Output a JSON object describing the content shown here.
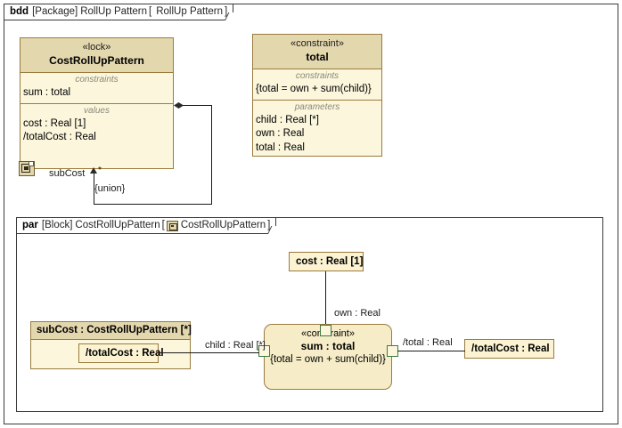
{
  "bdd_frame": {
    "kind": "bdd",
    "meta": "[Package]",
    "name": "RollUp Pattern",
    "diagram_name": "RollUp Pattern",
    "bracket_open": "[",
    "bracket_close": "]"
  },
  "par_frame": {
    "kind": "par",
    "meta": "[Block]",
    "name": "CostRollUpPattern",
    "diagram_name": "CostRollUpPattern",
    "bracket_open": "[",
    "bracket_close": "]",
    "icon": "parametric-diagram-icon"
  },
  "block": {
    "stereotype": "«lock»",
    "name": "CostRollUpPattern",
    "constraints_title": "constraints",
    "constraints": [
      "sum : total"
    ],
    "values_title": "values",
    "values": [
      "cost : Real [1]",
      "/totalCost : Real"
    ],
    "badge_icon": "parametric-diagram-icon"
  },
  "constraint_block": {
    "stereotype": "«constraint»",
    "name": "total",
    "constraints_title": "constraints",
    "constraints": [
      "{total = own + sum(child)}"
    ],
    "parameters_title": "parameters",
    "parameters": [
      "child : Real [*]",
      "own : Real",
      "total : Real"
    ]
  },
  "composition": {
    "role": "subCost",
    "multiplicity": "*",
    "constraint": "{union}"
  },
  "par": {
    "cost_property": "cost : Real [1]",
    "subcost_part": "subCost : CostRollUpPattern [*]",
    "subcost_nested_property": "/totalCost : Real",
    "totalcost_property": "/totalCost : Real",
    "constraint_property": {
      "stereotype": "«constraint»",
      "name": "sum : total",
      "expression": "{total = own + sum(child)}"
    },
    "connector_labels": {
      "own": "own : Real",
      "child": "child : Real [*]",
      "total": "/total : Real"
    }
  },
  "colors": {
    "header_fill": "#e3d7ae",
    "body_fill": "#fbf6dc",
    "constraint_fill": "#f6edc8",
    "border": "#9a7b3f",
    "frame_border": "#3a3a3a",
    "port_border": "#3f7a3f",
    "connector": "#1a1a1a"
  }
}
